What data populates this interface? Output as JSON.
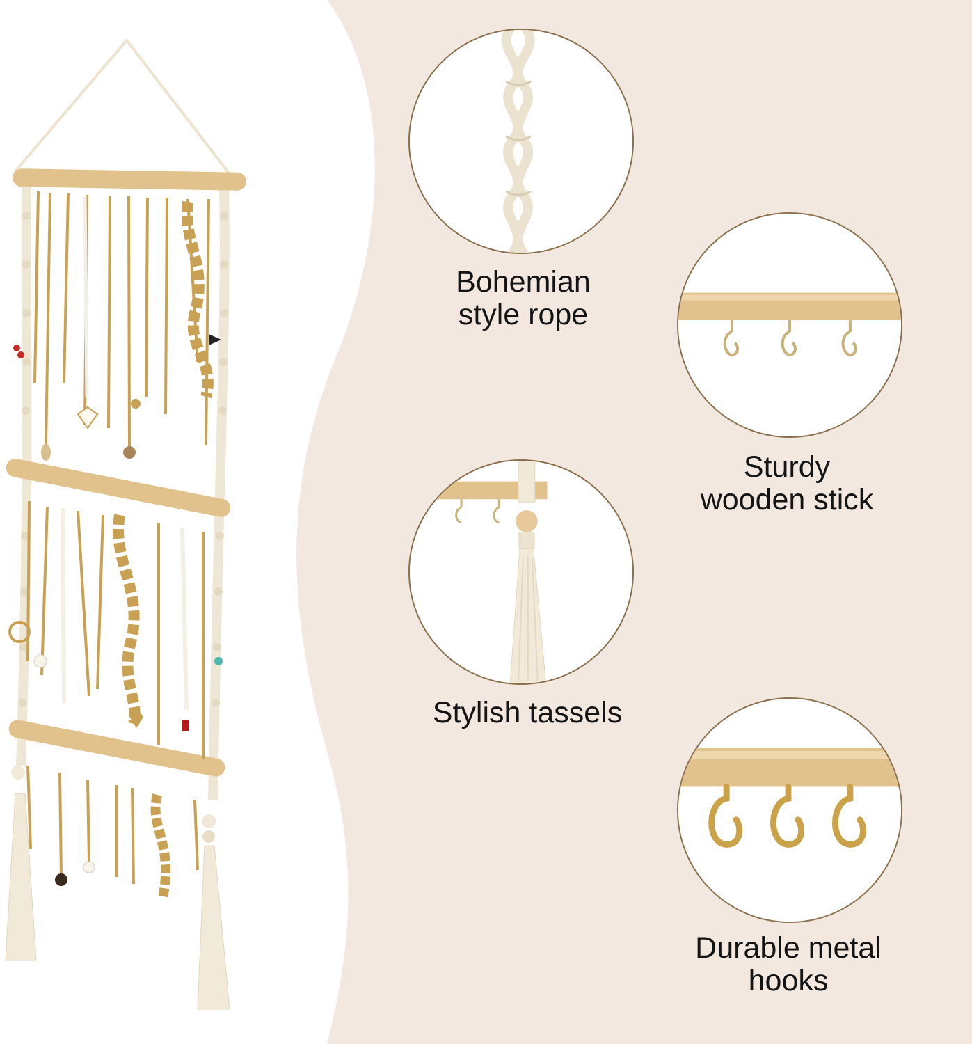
{
  "features": [
    {
      "id": "rope",
      "caption": "Bohemian\nstyle rope",
      "icon": "macrame-rope-closeup"
    },
    {
      "id": "stick",
      "caption": "Sturdy\nwooden stick",
      "icon": "wooden-dowel-closeup"
    },
    {
      "id": "tassel",
      "caption": "Stylish tassels",
      "icon": "tassel-closeup"
    },
    {
      "id": "hooks",
      "caption": "Durable metal\nhooks",
      "icon": "metal-hooks-closeup"
    }
  ],
  "colors": {
    "background_beige": "#f2e8df",
    "circle_border": "#8a6f4d",
    "wood": "#e2c28c",
    "rope": "#f1ead9",
    "gold": "#c9a155"
  }
}
